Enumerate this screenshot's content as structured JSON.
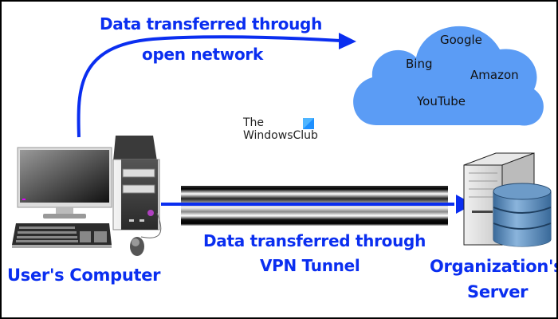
{
  "labels": {
    "open_network_line1": "Data transferred through",
    "open_network_line2": "open network",
    "vpn_line1": "Data transferred through",
    "vpn_line2": "VPN Tunnel",
    "user_computer": "User's Computer",
    "server_line1": "Organization's",
    "server_line2": "Server"
  },
  "cloud": {
    "services": [
      "Google",
      "Bing",
      "Amazon",
      "YouTube"
    ],
    "color": "#5b9cf5"
  },
  "logo": {
    "line1": "The",
    "line2": "WindowsClub"
  },
  "colors": {
    "accent": "#0a2ef0"
  }
}
